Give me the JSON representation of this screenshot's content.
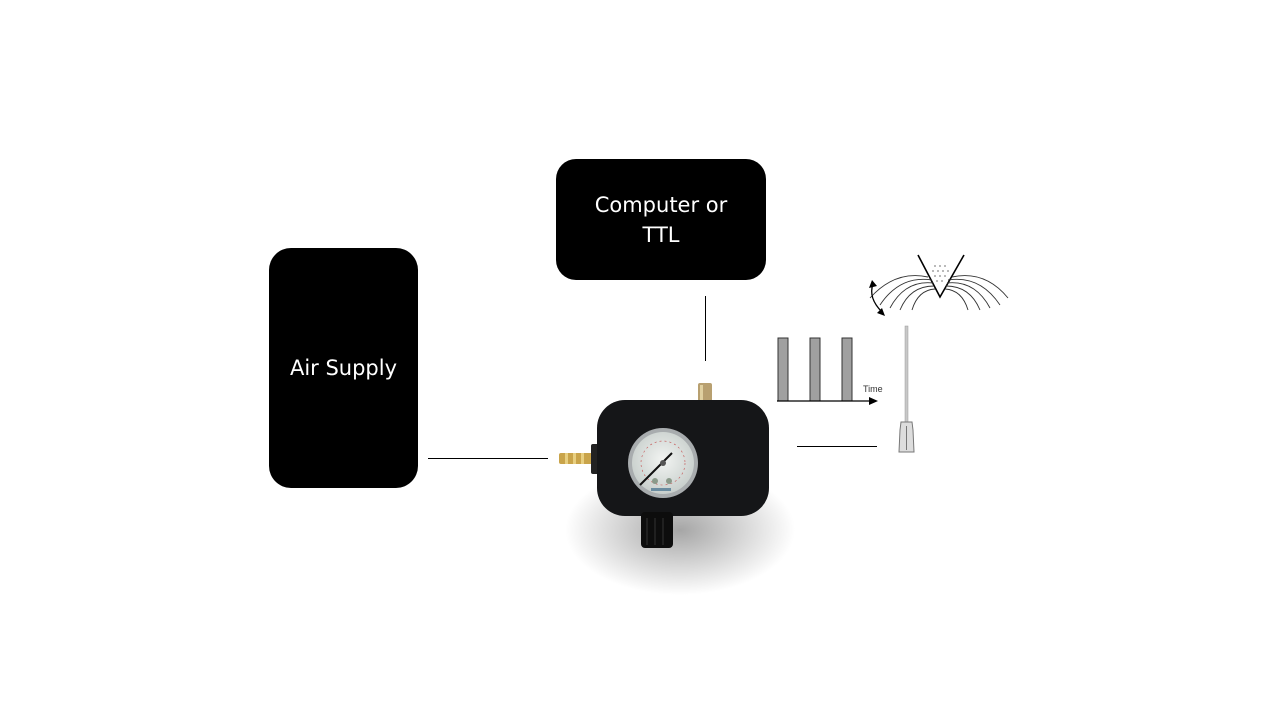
{
  "diagram": {
    "nodes": {
      "air_supply": {
        "label": "Air Supply"
      },
      "computer": {
        "label_line1": "Computer or",
        "label_line2": "TTL"
      },
      "valve": {
        "label": "pressure-regulated valve with gauge"
      },
      "pulse_train": {
        "axis_label": "Time",
        "pulse_count": 3
      },
      "needle": {
        "label": "needle"
      },
      "whisker_target": {
        "label": "whisker pad"
      }
    },
    "edges": [
      {
        "from": "air_supply",
        "to": "valve"
      },
      {
        "from": "computer",
        "to": "valve"
      },
      {
        "from": "valve",
        "to": "needle"
      }
    ],
    "colors": {
      "box_fill": "#000000",
      "box_text": "#ffffff",
      "pulse_fill": "#a0a0a0",
      "brass": "#c9a44a"
    }
  }
}
